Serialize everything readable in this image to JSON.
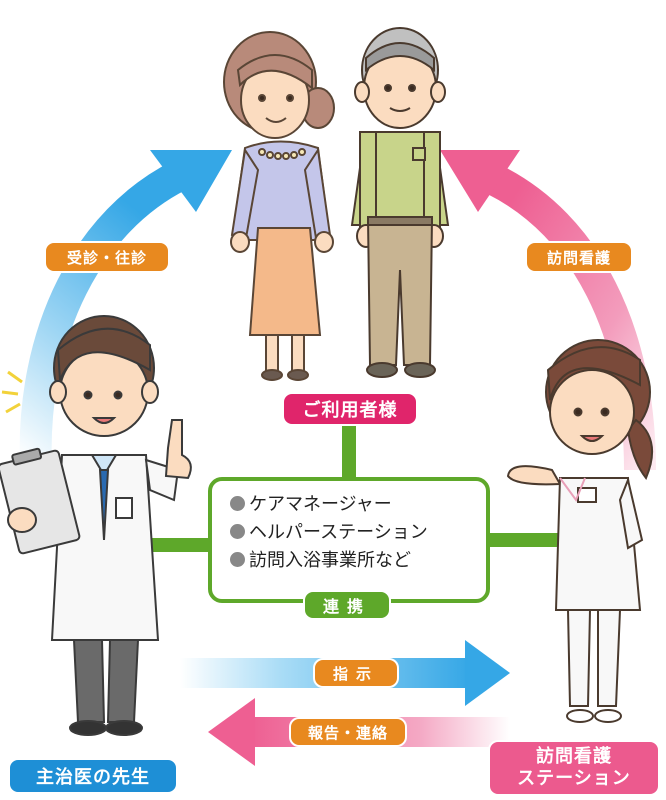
{
  "user_label": "ご利用者様",
  "doctor_label": "主治医の先生",
  "station_label": [
    "訪問看護",
    "ステーション"
  ],
  "arrow_labels": {
    "consultation": "受診・往診",
    "visit_nursing": "訪問看護",
    "instruction": "指示",
    "report": "報告・連絡"
  },
  "center_box": {
    "items": [
      "ケアマネージャー",
      "ヘルパーステーション",
      "訪問入浴事業所など"
    ],
    "tag": "連携"
  },
  "colors": {
    "blue_arrow": "#35a7e6",
    "pink_arrow": "#ee5f92",
    "link_green": "#5ea82a",
    "label_orange": "#e8891f",
    "label_pink": "#e0256b",
    "label_blue": "#1e8fd6"
  }
}
